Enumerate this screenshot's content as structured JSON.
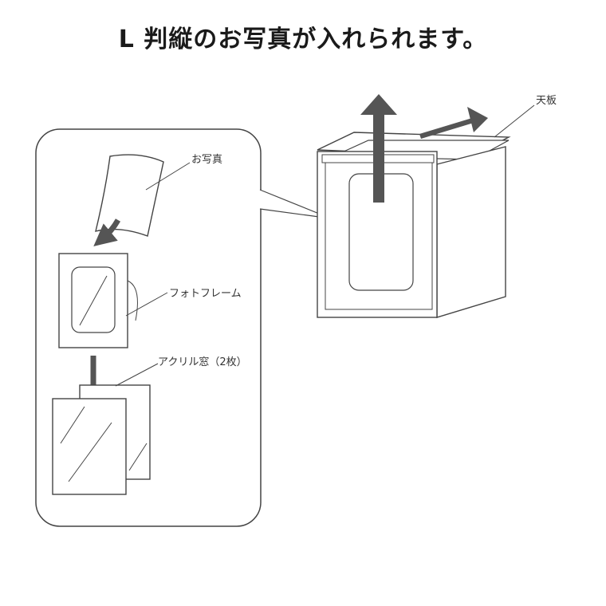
{
  "title": "L 判縦のお写真が入れられます。",
  "labels": {
    "top_board": "天板",
    "photo": "お写真",
    "photo_frame": "フォトフレーム",
    "acrylic": "アクリル窓（2枚）"
  },
  "colors": {
    "arrow": "#555555",
    "line": "#444444",
    "panel": "#f4f4f4"
  }
}
